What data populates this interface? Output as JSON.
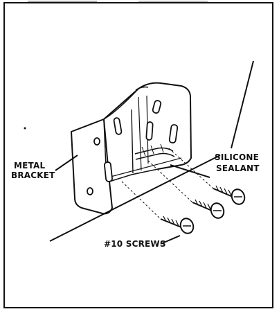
{
  "labels": {
    "metal_bracket_line1": "METAL",
    "metal_bracket_line2": "BRACKET",
    "silicone_sealant_line1": "SILICONE",
    "silicone_sealant_line2": "SEALANT",
    "screws": "#10 SCREWS"
  },
  "colors": {
    "ink": "#111111",
    "background": "#ffffff"
  }
}
